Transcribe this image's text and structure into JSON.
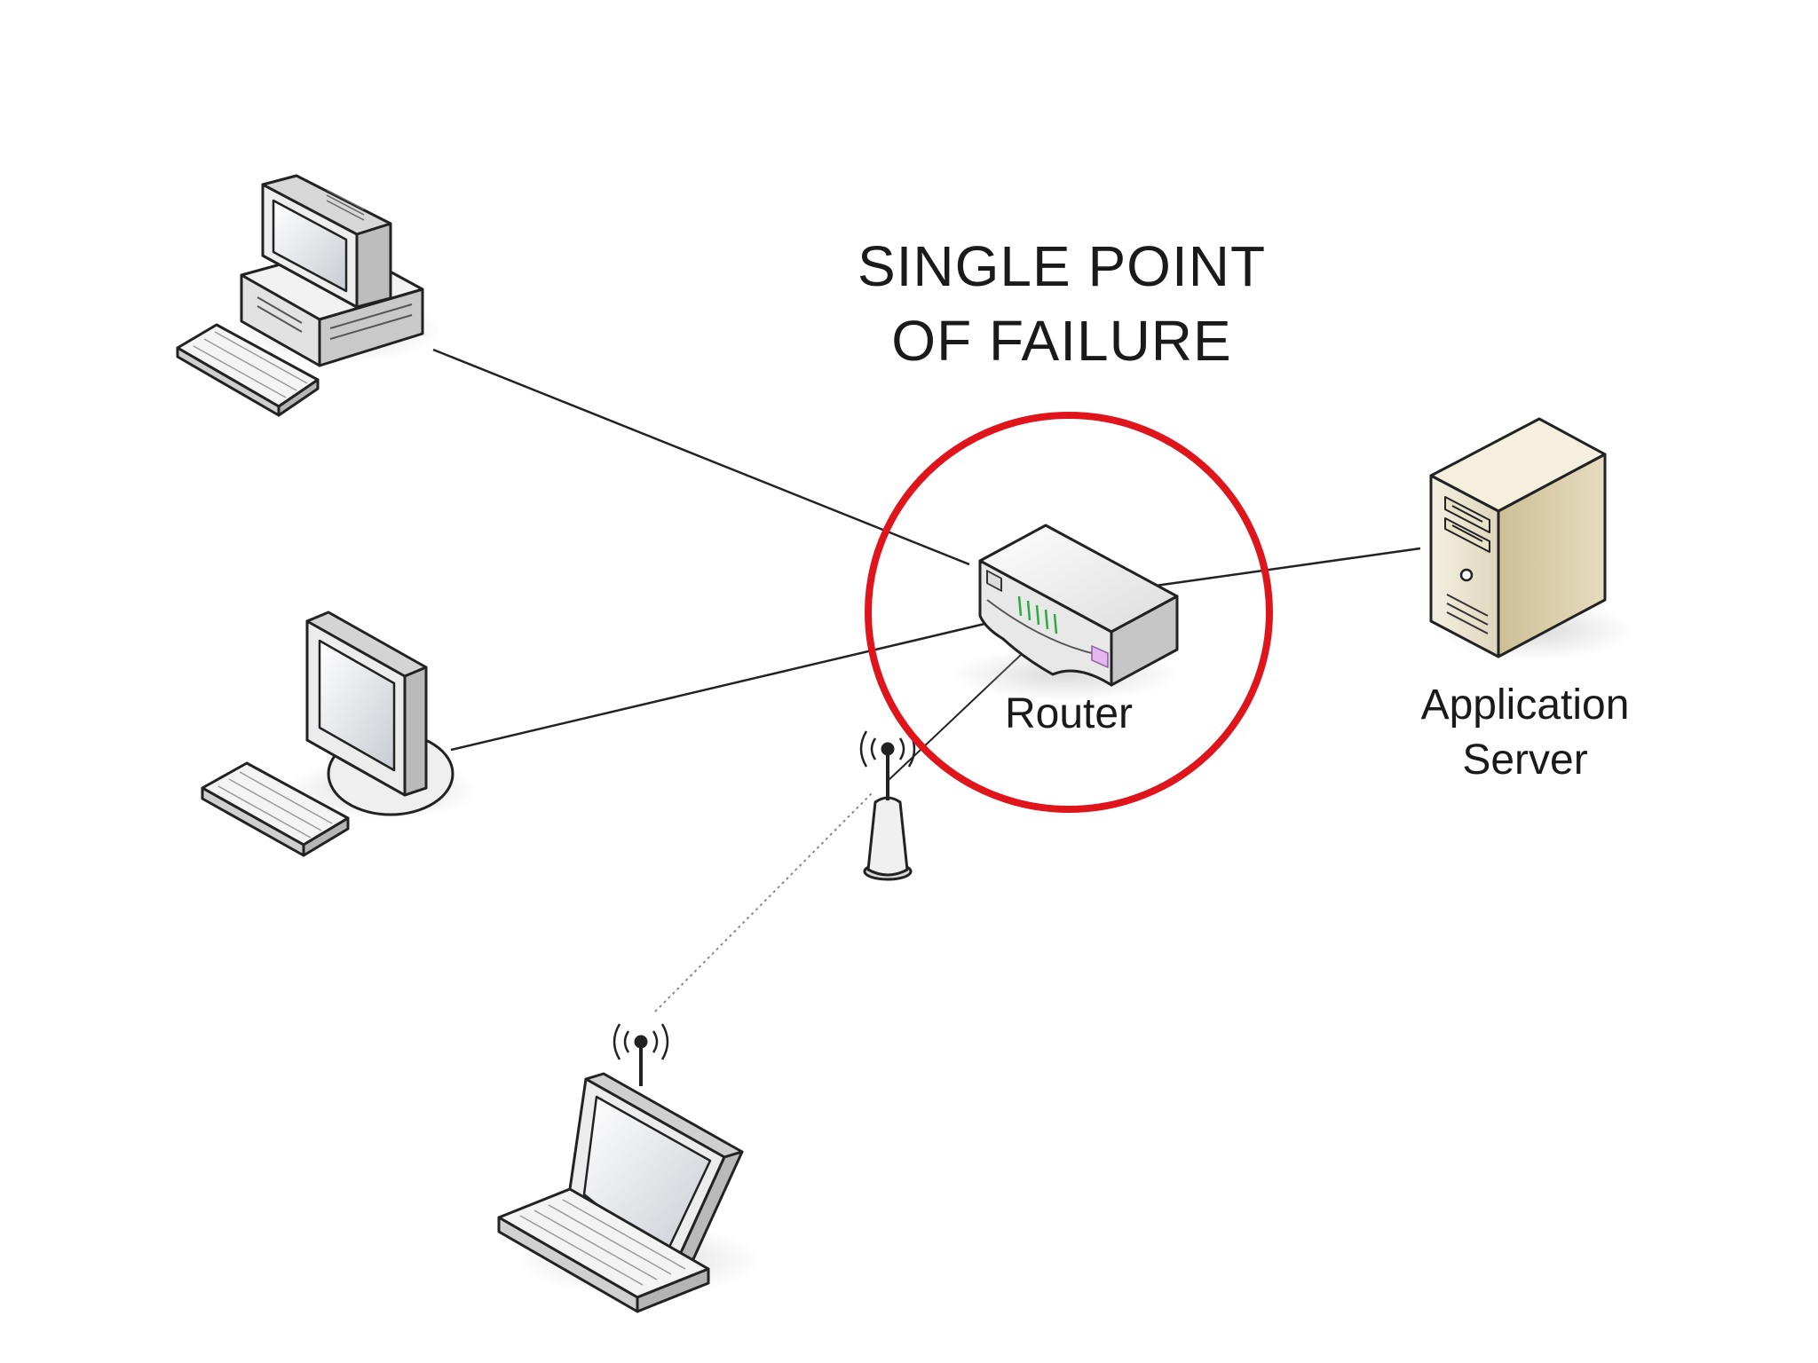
{
  "diagram": {
    "title_line1": "SINGLE POINT",
    "title_line2": "OF FAILURE",
    "highlight_color": "#e0141b",
    "nodes": {
      "desktop_pc": {
        "icon": "desktop-computer-icon"
      },
      "monitor_pc": {
        "icon": "flat-monitor-computer-icon"
      },
      "laptop": {
        "icon": "wireless-laptop-icon"
      },
      "access_point": {
        "icon": "wireless-access-point-icon"
      },
      "router": {
        "label": "Router",
        "icon": "router-icon"
      },
      "server": {
        "label_line1": "Application",
        "label_line2": "Server",
        "icon": "tower-server-icon"
      }
    },
    "links": [
      {
        "from": "desktop_pc",
        "to": "router",
        "style": "solid"
      },
      {
        "from": "monitor_pc",
        "to": "router",
        "style": "solid"
      },
      {
        "from": "access_point",
        "to": "router",
        "style": "solid"
      },
      {
        "from": "laptop",
        "to": "access_point",
        "style": "dotted"
      },
      {
        "from": "router",
        "to": "server",
        "style": "solid"
      }
    ]
  }
}
